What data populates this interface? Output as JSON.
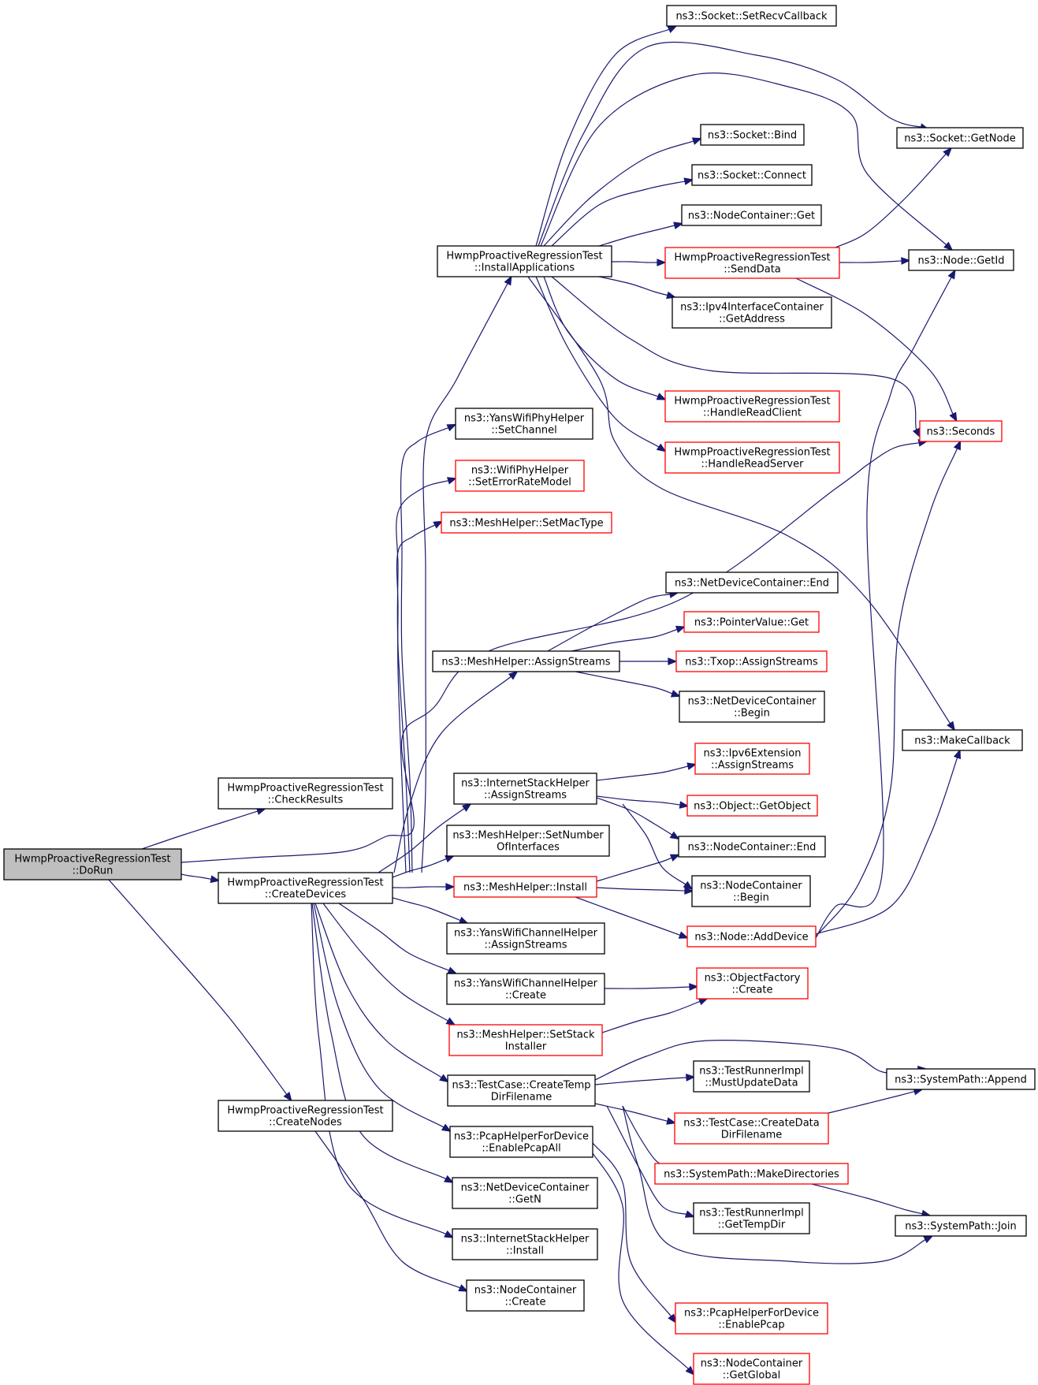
{
  "colors": {
    "edge": "#191970",
    "node_border": "#000000",
    "node_border_incomplete": "#ff0000",
    "node_fill": "#ffffff",
    "node_fill_highlight": "#bfbfbf",
    "text": "#000000"
  },
  "nodes": [
    {
      "id": "n0",
      "lines": [
        "HwmpProactiveRegressionTest",
        "::DoRun"
      ],
      "style": "highlight"
    },
    {
      "id": "n1",
      "lines": [
        "HwmpProactiveRegressionTest",
        "::CheckResults"
      ],
      "style": "normal"
    },
    {
      "id": "n2",
      "lines": [
        "HwmpProactiveRegressionTest",
        "::CreateDevices"
      ],
      "style": "normal"
    },
    {
      "id": "n3",
      "lines": [
        "HwmpProactiveRegressionTest",
        "::CreateNodes"
      ],
      "style": "normal"
    },
    {
      "id": "n4",
      "lines": [
        "ns3::Seconds"
      ],
      "style": "incomplete"
    },
    {
      "id": "n5",
      "lines": [
        "HwmpProactiveRegressionTest",
        "::InstallApplications"
      ],
      "style": "normal"
    },
    {
      "id": "n6",
      "lines": [
        "ns3::YansWifiPhyHelper",
        "::SetChannel"
      ],
      "style": "normal"
    },
    {
      "id": "n7",
      "lines": [
        "ns3::WifiPhyHelper",
        "::SetErrorRateModel"
      ],
      "style": "incomplete"
    },
    {
      "id": "n8",
      "lines": [
        "ns3::MeshHelper::SetMacType"
      ],
      "style": "incomplete"
    },
    {
      "id": "n9",
      "lines": [
        "ns3::MeshHelper::AssignStreams"
      ],
      "style": "normal"
    },
    {
      "id": "n10",
      "lines": [
        "ns3::InternetStackHelper",
        "::AssignStreams"
      ],
      "style": "normal"
    },
    {
      "id": "n11",
      "lines": [
        "ns3::MeshHelper::SetNumber",
        "OfInterfaces"
      ],
      "style": "normal"
    },
    {
      "id": "n12",
      "lines": [
        "ns3::MeshHelper::Install"
      ],
      "style": "incomplete"
    },
    {
      "id": "n13",
      "lines": [
        "ns3::YansWifiChannelHelper",
        "::AssignStreams"
      ],
      "style": "normal"
    },
    {
      "id": "n14",
      "lines": [
        "ns3::YansWifiChannelHelper",
        "::Create"
      ],
      "style": "normal"
    },
    {
      "id": "n15",
      "lines": [
        "ns3::MeshHelper::SetStack",
        "Installer"
      ],
      "style": "incomplete"
    },
    {
      "id": "n16",
      "lines": [
        "ns3::TestCase::CreateTemp",
        "DirFilename"
      ],
      "style": "normal"
    },
    {
      "id": "n17",
      "lines": [
        "ns3::PcapHelperForDevice",
        "::EnablePcapAll"
      ],
      "style": "normal"
    },
    {
      "id": "n18",
      "lines": [
        "ns3::NetDeviceContainer",
        "::GetN"
      ],
      "style": "normal"
    },
    {
      "id": "n19",
      "lines": [
        "ns3::InternetStackHelper",
        "::Install"
      ],
      "style": "normal"
    },
    {
      "id": "n20",
      "lines": [
        "ns3::NodeContainer",
        "::Create"
      ],
      "style": "normal"
    },
    {
      "id": "n21",
      "lines": [
        "ns3::Socket::SetRecvCallback"
      ],
      "style": "normal"
    },
    {
      "id": "n22",
      "lines": [
        "ns3::Socket::GetNode"
      ],
      "style": "normal"
    },
    {
      "id": "n23",
      "lines": [
        "ns3::Socket::Bind"
      ],
      "style": "normal"
    },
    {
      "id": "n24",
      "lines": [
        "ns3::Socket::Connect"
      ],
      "style": "normal"
    },
    {
      "id": "n25",
      "lines": [
        "ns3::NodeContainer::Get"
      ],
      "style": "normal"
    },
    {
      "id": "n26",
      "lines": [
        "HwmpProactiveRegressionTest",
        "::SendData"
      ],
      "style": "incomplete"
    },
    {
      "id": "n27",
      "lines": [
        "ns3::Node::GetId"
      ],
      "style": "normal"
    },
    {
      "id": "n28",
      "lines": [
        "ns3::Ipv4InterfaceContainer",
        "::GetAddress"
      ],
      "style": "normal"
    },
    {
      "id": "n29",
      "lines": [
        "HwmpProactiveRegressionTest",
        "::HandleReadClient"
      ],
      "style": "incomplete"
    },
    {
      "id": "n30",
      "lines": [
        "HwmpProactiveRegressionTest",
        "::HandleReadServer"
      ],
      "style": "incomplete"
    },
    {
      "id": "n31",
      "lines": [
        "ns3::MakeCallback"
      ],
      "style": "normal"
    },
    {
      "id": "n32",
      "lines": [
        "ns3::NetDeviceContainer::End"
      ],
      "style": "normal"
    },
    {
      "id": "n33",
      "lines": [
        "ns3::PointerValue::Get"
      ],
      "style": "incomplete"
    },
    {
      "id": "n34",
      "lines": [
        "ns3::Txop::AssignStreams"
      ],
      "style": "incomplete"
    },
    {
      "id": "n35",
      "lines": [
        "ns3::NetDeviceContainer",
        "::Begin"
      ],
      "style": "normal"
    },
    {
      "id": "n36",
      "lines": [
        "ns3::Ipv6Extension",
        "::AssignStreams"
      ],
      "style": "incomplete"
    },
    {
      "id": "n37",
      "lines": [
        "ns3::Object::GetObject"
      ],
      "style": "incomplete"
    },
    {
      "id": "n38",
      "lines": [
        "ns3::NodeContainer::End"
      ],
      "style": "normal"
    },
    {
      "id": "n39",
      "lines": [
        "ns3::NodeContainer",
        "::Begin"
      ],
      "style": "normal"
    },
    {
      "id": "n40",
      "lines": [
        "ns3::Node::AddDevice"
      ],
      "style": "incomplete"
    },
    {
      "id": "n41",
      "lines": [
        "ns3::ObjectFactory",
        "::Create"
      ],
      "style": "incomplete"
    },
    {
      "id": "n42",
      "lines": [
        "ns3::SystemPath::Append"
      ],
      "style": "normal"
    },
    {
      "id": "n43",
      "lines": [
        "ns3::TestRunnerImpl",
        "::MustUpdateData"
      ],
      "style": "normal"
    },
    {
      "id": "n44",
      "lines": [
        "ns3::TestCase::CreateData",
        "DirFilename"
      ],
      "style": "incomplete"
    },
    {
      "id": "n45",
      "lines": [
        "ns3::SystemPath::MakeDirectories"
      ],
      "style": "incomplete"
    },
    {
      "id": "n46",
      "lines": [
        "ns3::SystemPath::Join"
      ],
      "style": "normal"
    },
    {
      "id": "n47",
      "lines": [
        "ns3::TestRunnerImpl",
        "::GetTempDir"
      ],
      "style": "normal"
    },
    {
      "id": "n48",
      "lines": [
        "ns3::PcapHelperForDevice",
        "::EnablePcap"
      ],
      "style": "incomplete"
    },
    {
      "id": "n49",
      "lines": [
        "ns3::NodeContainer",
        "::GetGlobal"
      ],
      "style": "incomplete"
    }
  ],
  "edges": [
    {
      "from": "n0",
      "to": "n1"
    },
    {
      "from": "n0",
      "to": "n2"
    },
    {
      "from": "n0",
      "to": "n3"
    },
    {
      "from": "n0",
      "to": "n4"
    },
    {
      "from": "n2",
      "to": "n5"
    },
    {
      "from": "n2",
      "to": "n6"
    },
    {
      "from": "n2",
      "to": "n7"
    },
    {
      "from": "n2",
      "to": "n8"
    },
    {
      "from": "n2",
      "to": "n9"
    },
    {
      "from": "n2",
      "to": "n10"
    },
    {
      "from": "n2",
      "to": "n11"
    },
    {
      "from": "n2",
      "to": "n12"
    },
    {
      "from": "n2",
      "to": "n13"
    },
    {
      "from": "n2",
      "to": "n14"
    },
    {
      "from": "n2",
      "to": "n15"
    },
    {
      "from": "n2",
      "to": "n16"
    },
    {
      "from": "n2",
      "to": "n17"
    },
    {
      "from": "n2",
      "to": "n18"
    },
    {
      "from": "n2",
      "to": "n19"
    },
    {
      "from": "n3",
      "to": "n20"
    },
    {
      "from": "n5",
      "to": "n21"
    },
    {
      "from": "n5",
      "to": "n22"
    },
    {
      "from": "n5",
      "to": "n27"
    },
    {
      "from": "n5",
      "to": "n23"
    },
    {
      "from": "n5",
      "to": "n24"
    },
    {
      "from": "n5",
      "to": "n25"
    },
    {
      "from": "n5",
      "to": "n26"
    },
    {
      "from": "n5",
      "to": "n28"
    },
    {
      "from": "n5",
      "to": "n4"
    },
    {
      "from": "n5",
      "to": "n29"
    },
    {
      "from": "n5",
      "to": "n30"
    },
    {
      "from": "n5",
      "to": "n31"
    },
    {
      "from": "n26",
      "to": "n22"
    },
    {
      "from": "n26",
      "to": "n27"
    },
    {
      "from": "n26",
      "to": "n4"
    },
    {
      "from": "n9",
      "to": "n32"
    },
    {
      "from": "n9",
      "to": "n33"
    },
    {
      "from": "n9",
      "to": "n34"
    },
    {
      "from": "n9",
      "to": "n35"
    },
    {
      "from": "n10",
      "to": "n36"
    },
    {
      "from": "n10",
      "to": "n37"
    },
    {
      "from": "n10",
      "to": "n38"
    },
    {
      "from": "n10",
      "to": "n39"
    },
    {
      "from": "n12",
      "to": "n38"
    },
    {
      "from": "n12",
      "to": "n39"
    },
    {
      "from": "n12",
      "to": "n40"
    },
    {
      "from": "n40",
      "to": "n27"
    },
    {
      "from": "n40",
      "to": "n4"
    },
    {
      "from": "n40",
      "to": "n31"
    },
    {
      "from": "n14",
      "to": "n41"
    },
    {
      "from": "n15",
      "to": "n41"
    },
    {
      "from": "n16",
      "to": "n42"
    },
    {
      "from": "n16",
      "to": "n43"
    },
    {
      "from": "n16",
      "to": "n44"
    },
    {
      "from": "n16",
      "to": "n45"
    },
    {
      "from": "n16",
      "to": "n46"
    },
    {
      "from": "n16",
      "to": "n47"
    },
    {
      "from": "n44",
      "to": "n42"
    },
    {
      "from": "n45",
      "to": "n46"
    },
    {
      "from": "n17",
      "to": "n48"
    },
    {
      "from": "n17",
      "to": "n49"
    }
  ]
}
